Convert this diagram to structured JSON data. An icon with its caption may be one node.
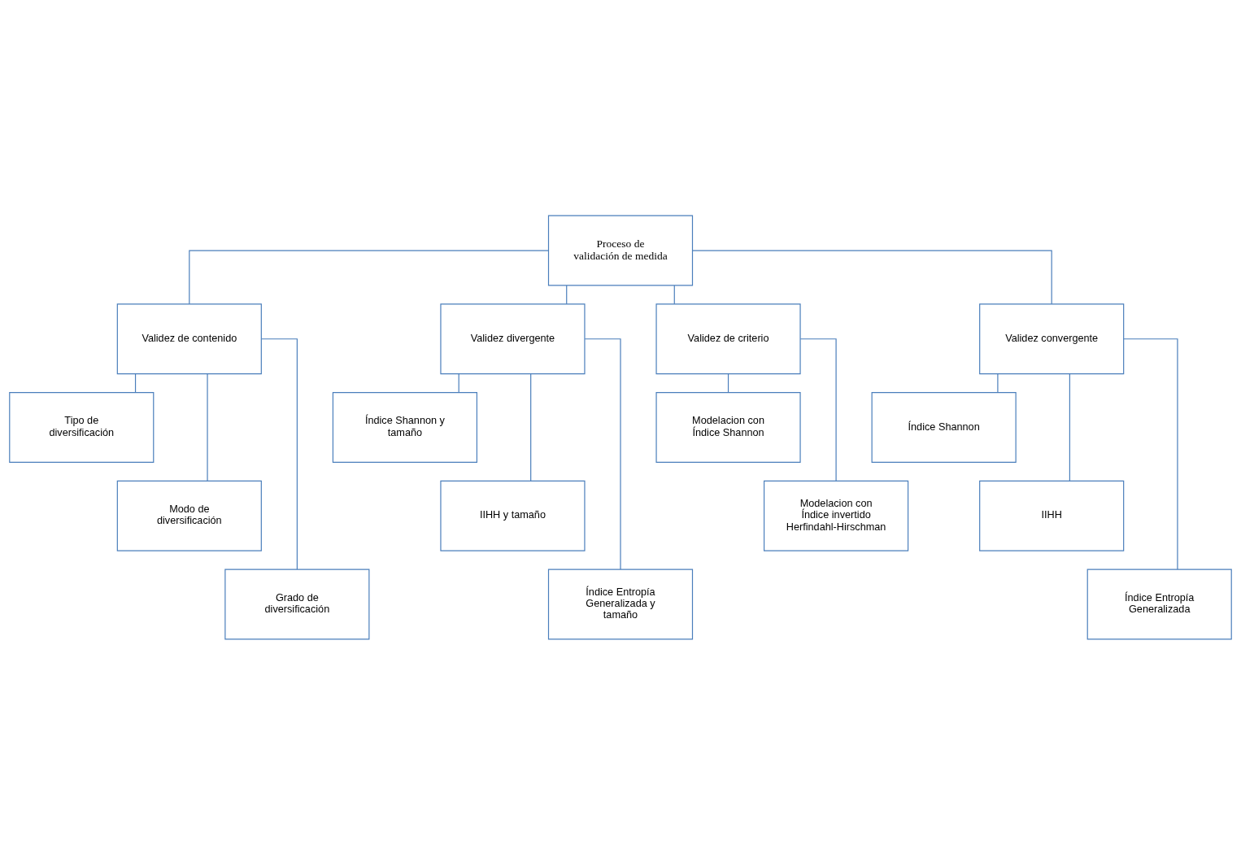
{
  "diagram": {
    "nodes": [
      {
        "text": [
          "Proceso de validación de medida"
        ]
      },
      {
        "text": [
          "Validez de contenido"
        ]
      },
      {
        "text": [
          "Validez divergente"
        ]
      },
      {
        "text": [
          "Validez de criterio"
        ]
      },
      {
        "text": [
          "Validez convergente"
        ]
      },
      {
        "text": [
          "Tipo de diversificación"
        ]
      },
      {
        "text": [
          "Modo de diversificación"
        ]
      },
      {
        "text": [
          "Grado de diversificación"
        ]
      },
      {
        "text": [
          "Índice Shannon y tamaño"
        ]
      },
      {
        "text": [
          "IIHH y tamaño"
        ]
      },
      {
        "text": [
          "Índice Entropía Generalizada y tamaño"
        ]
      },
      {
        "text": [
          "Modelacion con Índice Shannon"
        ]
      },
      {
        "text": [
          "Modelacion con Índice invertido Herfindahl-Hirschman"
        ]
      },
      {
        "text": [
          "Índice Shannon"
        ]
      },
      {
        "text": [
          "IIHH"
        ]
      },
      {
        "text": [
          "Índice Entropía Generalizada"
        ]
      }
    ],
    "edges": [
      {
        "from": 0,
        "to": 1,
        "arrow": "none"
      },
      {
        "from": 0,
        "to": 2,
        "arrow": "none"
      },
      {
        "from": 0,
        "to": 3,
        "arrow": "none"
      },
      {
        "from": 0,
        "to": 4,
        "arrow": "none"
      },
      {
        "from": 1,
        "to": 5,
        "arrow": "none"
      },
      {
        "from": 1,
        "to": 6,
        "arrow": "none"
      },
      {
        "from": 1,
        "to": 7,
        "arrow": "none"
      },
      {
        "from": 2,
        "to": 8,
        "arrow": "none"
      },
      {
        "from": 2,
        "to": 9,
        "arrow": "none"
      },
      {
        "from": 2,
        "to": 10,
        "arrow": "none"
      },
      {
        "from": 3,
        "to": 11,
        "arrow": "none"
      },
      {
        "from": 3,
        "to": 12,
        "arrow": "none"
      },
      {
        "from": 4,
        "to": 13,
        "arrow": "none"
      },
      {
        "from": 4,
        "to": 14,
        "arrow": "none"
      },
      {
        "from": 4,
        "to": 15,
        "arrow": "none"
      }
    ]
  }
}
